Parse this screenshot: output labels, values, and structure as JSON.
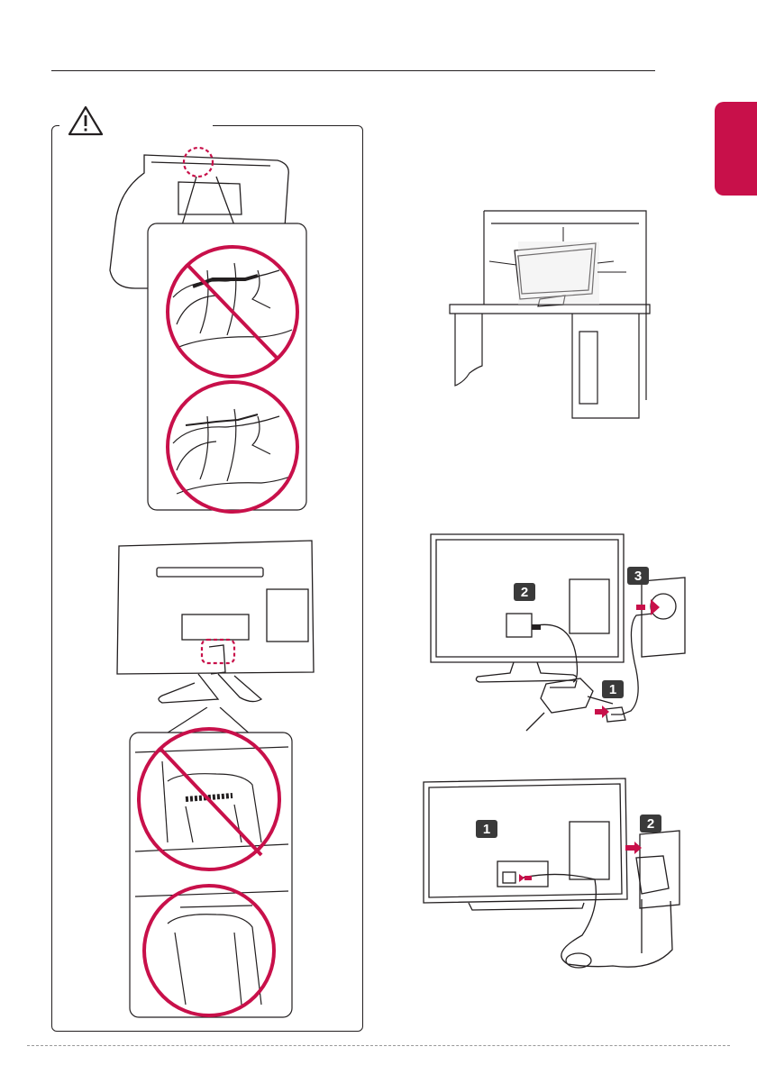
{
  "page": {
    "accent_color": "#c8104a",
    "line_color": "#231f20"
  },
  "icons": {
    "caution": "warning-triangle-icon"
  },
  "connection_steps": {
    "adapter_type_a": [
      "1",
      "2",
      "3"
    ],
    "adapter_type_b": [
      "1",
      "2"
    ]
  }
}
